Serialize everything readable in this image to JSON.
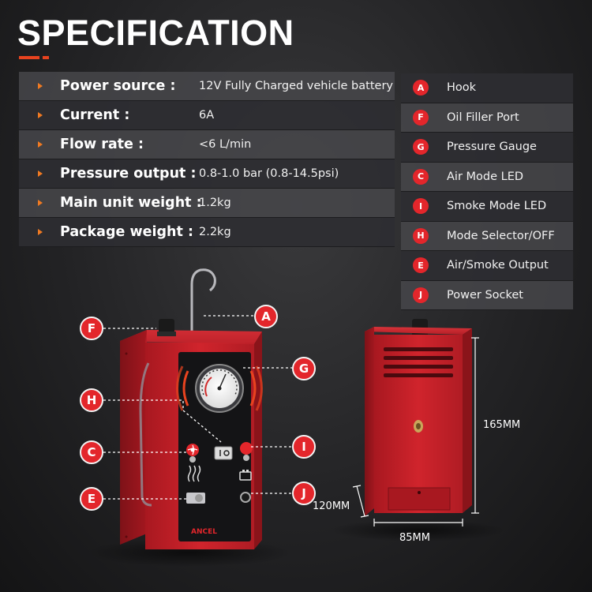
{
  "title": "SPECIFICATION",
  "specs": [
    {
      "label": "Power source :",
      "value": "12V Fully Charged vehicle battery"
    },
    {
      "label": "Current :",
      "value": "6A"
    },
    {
      "label": "Flow rate :",
      "value": "<6 L/min"
    },
    {
      "label": "Pressure output :",
      "value": "0.8-1.0 bar (0.8-14.5psi)"
    },
    {
      "label": "Main unit weight :",
      "value": "1.2kg"
    },
    {
      "label": "Package weight :",
      "value": "2.2kg"
    }
  ],
  "legend": [
    {
      "letter": "A",
      "name": "Hook"
    },
    {
      "letter": "F",
      "name": "Oil Filler Port"
    },
    {
      "letter": "G",
      "name": "Pressure Gauge"
    },
    {
      "letter": "C",
      "name": "Air Mode LED"
    },
    {
      "letter": "I",
      "name": "Smoke Mode LED"
    },
    {
      "letter": "H",
      "name": "Mode Selector/OFF"
    },
    {
      "letter": "E",
      "name": "Air/Smoke Output"
    },
    {
      "letter": "J",
      "name": "Power Socket"
    }
  ],
  "callouts": {
    "A": "A",
    "F": "F",
    "G": "G",
    "H": "H",
    "C": "C",
    "I": "I",
    "E": "E",
    "J": "J"
  },
  "dimensions": {
    "height": "165MM",
    "depth": "120MM",
    "width": "85MM"
  },
  "brand": "ANCEL",
  "colors": {
    "accent": "#e3262b",
    "arrow": "#f07a22",
    "body": "#c8202a"
  }
}
